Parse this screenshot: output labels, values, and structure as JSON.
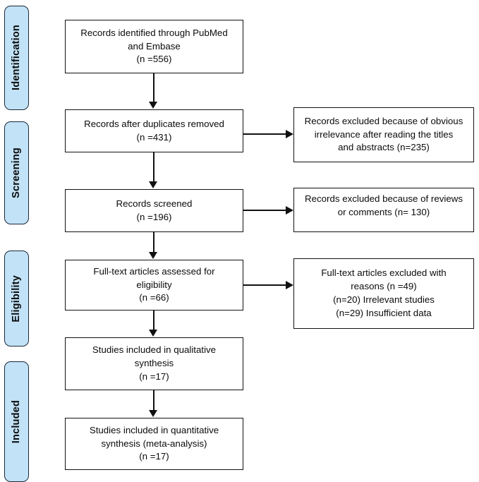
{
  "diagram": {
    "type": "prisma-flow-diagram",
    "accent_color": "#c2e2f7",
    "stages": [
      {
        "id": "identification",
        "label": "Identification"
      },
      {
        "id": "screening",
        "label": "Screening"
      },
      {
        "id": "eligibility",
        "label": "Eligibility"
      },
      {
        "id": "included",
        "label": "Included"
      }
    ],
    "main_boxes": [
      {
        "id": "records-identified",
        "text": "Records identified through PubMed\nand Embase\n(n =556)"
      },
      {
        "id": "records-after-duplicates",
        "text": "Records after duplicates removed\n(n =431)"
      },
      {
        "id": "records-screened",
        "text": "Records screened\n(n =196)"
      },
      {
        "id": "fulltext-assessed",
        "text": "Full-text articles assessed for\neligibility\n(n =66)"
      },
      {
        "id": "qualitative-synthesis",
        "text": "Studies included in qualitative\nsynthesis\n(n =17)"
      },
      {
        "id": "quantitative-synthesis",
        "text": "Studies included in quantitative\nsynthesis (meta-analysis)\n(n =17)"
      }
    ],
    "exclusion_boxes": [
      {
        "id": "excluded-irrelevance",
        "text": "Records excluded because of  obvious\nirrelevance after reading the titles\nand abstracts (n=235)"
      },
      {
        "id": "excluded-reviews",
        "text": "Records excluded because of reviews\nor comments (n= 130)"
      },
      {
        "id": "excluded-fulltext",
        "text": "Full-text articles excluded with\nreasons (n =49)\n(n=20) Irrelevant studies\n(n=29) Insufficient data"
      }
    ],
    "counts": {
      "identified": 556,
      "after_duplicates": 431,
      "excluded_irrelevance": 235,
      "screened": 196,
      "excluded_reviews": 130,
      "fulltext_assessed": 66,
      "fulltext_excluded": 49,
      "excluded_irrelevant_studies": 20,
      "excluded_insufficient_data": 29,
      "qualitative": 17,
      "quantitative": 17
    }
  }
}
